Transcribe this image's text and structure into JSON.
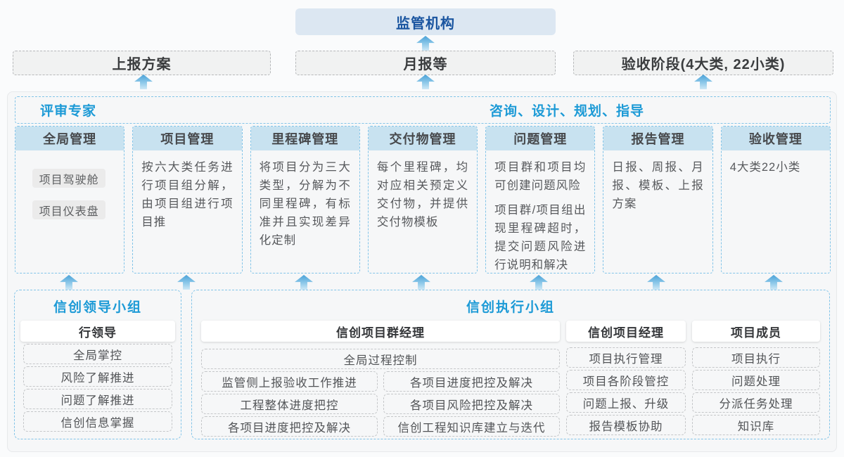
{
  "top": {
    "regulator": "监管机构",
    "boxes": [
      "上报方案",
      "月报等",
      "验收阶段(4大类, 22小类)"
    ]
  },
  "middle": {
    "left_title": "评审专家",
    "right_title": "咨询、设计、规划、指导",
    "columns": [
      {
        "header": "全局管理",
        "items": [
          "项目驾驶舱",
          "项目仪表盘"
        ]
      },
      {
        "header": "项目管理",
        "paragraphs": [
          "按六大类任务进行项目组分解，由项目组进行项目推"
        ]
      },
      {
        "header": "里程碑管理",
        "paragraphs": [
          "将项目分为三大类型，分解为不同里程碑，有标准并且实现差异化定制"
        ]
      },
      {
        "header": "交付物管理",
        "paragraphs": [
          "每个里程碑，均对应相关预定义交付物，并提供交付物模板"
        ]
      },
      {
        "header": "问题管理",
        "paragraphs": [
          "项目群和项目均可创建问题风险",
          "项目群/项目组出现里程碑超时，提交问题风险进行说明和解决"
        ]
      },
      {
        "header": "报告管理",
        "paragraphs": [
          "日报、周报、月报、模板、上报方案"
        ]
      },
      {
        "header": "验收管理",
        "paragraphs": [
          "4大类22小类"
        ]
      }
    ]
  },
  "bottom": {
    "leader": {
      "title": "信创领导小组",
      "role": "行领导",
      "items": [
        "全局掌控",
        "风险了解推进",
        "问题了解推进",
        "信创信息掌握"
      ]
    },
    "exec": {
      "title": "信创执行小组",
      "groups": [
        {
          "role": "信创项目群经理",
          "full_item": "全局过程控制",
          "left": [
            "监管侧上报验收工作推进",
            "工程整体进度把控",
            "各项目进度把控及解决"
          ],
          "right": [
            "各项目进度把控及解决",
            "各项目风险把控及解决",
            "信创工程知识库建立与迭代"
          ]
        },
        {
          "role": "信创项目经理",
          "items": [
            "项目执行管理",
            "项目各阶段管控",
            "问题上报、升级",
            "报告模板协助"
          ]
        },
        {
          "role": "项目成员",
          "items": [
            "项目执行",
            "问题处理",
            "分派任务处理",
            "知识库"
          ]
        }
      ]
    }
  },
  "colors": {
    "accent_blue": "#1c9ad6",
    "regulator_text": "#1a55a0",
    "regulator_bg": "#dce7f2",
    "column_header_bg": "#c8e2f0",
    "dashed_blue_border": "#82c4e8",
    "arrow_blue": "#4aa2d8"
  }
}
